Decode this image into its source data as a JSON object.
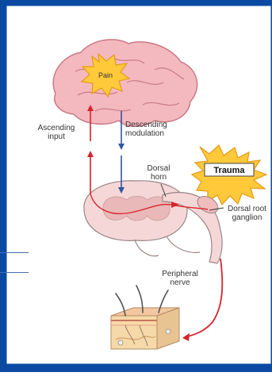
{
  "diagram": {
    "pain_label": "Pain",
    "trauma_label": "Trauma",
    "ascending_input": [
      "Ascending",
      "input"
    ],
    "descending_modulation": [
      "Descending",
      "modulation"
    ],
    "dorsal_horn": [
      "Dorsal",
      "horn"
    ],
    "dorsal_root_ganglion": [
      "Dorsal root",
      "ganglion"
    ],
    "peripheral_nerve": [
      "Peripheral",
      "nerve"
    ]
  },
  "colors": {
    "frame_blue": "#0b4aa3",
    "ascending_arrow": "#d9232a",
    "descending_arrow": "#2f55a4",
    "starburst_fill": "#ffc93a",
    "starburst_stroke": "#e59a1b",
    "brain_fill": "#f3b9bf",
    "cord_fill": "#f5d7d7",
    "skin_fill": "#f6d9a8"
  }
}
